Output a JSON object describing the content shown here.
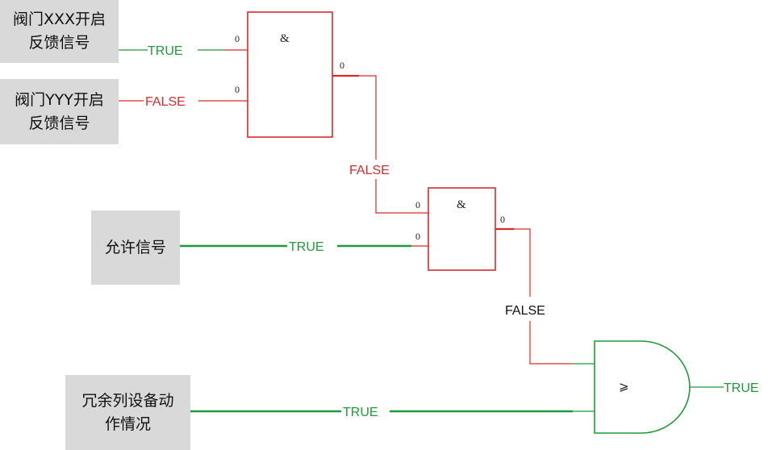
{
  "inputs": {
    "valve_xxx": "阀门XXX开启\n反馈信号",
    "valve_yyy": "阀门YYY开启\n反馈信号",
    "permit": "允许信号",
    "redundant": "冗余列设备动\n作情况"
  },
  "signals": {
    "valve_xxx_value": "TRUE",
    "valve_yyy_value": "FALSE",
    "and1_output": "FALSE",
    "permit_value": "TRUE",
    "and2_output": "FALSE",
    "redundant_value": "TRUE",
    "or_output": "TRUE"
  },
  "gates": {
    "and1_symbol": "&",
    "and2_symbol": "&",
    "or_symbol": "⩾"
  },
  "pins": {
    "and1_in1": "0",
    "and1_in2": "0",
    "and1_out": "0",
    "and2_in1": "0",
    "and2_in2": "0",
    "and2_out": "0"
  },
  "colors": {
    "true": "#1f9a3a",
    "false": "#d92b2b",
    "black": "#111111"
  }
}
